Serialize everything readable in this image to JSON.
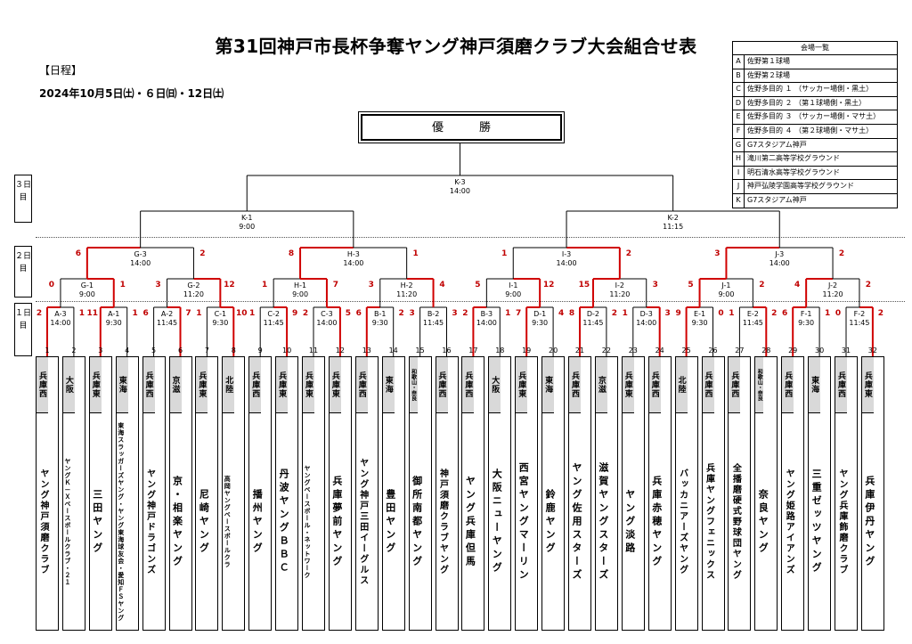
{
  "title": "第31回神戸市長杯争奪ヤング神戸須磨クラブ大会組合せ表",
  "schedule_label": "【日程】",
  "schedule_dates": "2024年10月5日㈯・６日㈰・12日㈯",
  "venues": {
    "header": "会場一覧",
    "items": [
      {
        "code": "A",
        "name": "佐野第１球場"
      },
      {
        "code": "B",
        "name": "佐野第２球場"
      },
      {
        "code": "C",
        "name": "佐野多目的 １ （サッカー場側・黒土）"
      },
      {
        "code": "D",
        "name": "佐野多目的 ２ （第１球場側・黒土）"
      },
      {
        "code": "E",
        "name": "佐野多目的 ３ （サッカー場側・マサ土）"
      },
      {
        "code": "F",
        "name": "佐野多目的 ４ （第２球場側・マサ土）"
      },
      {
        "code": "G",
        "name": "G7スタジアム神戸"
      },
      {
        "code": "H",
        "name": "滝川第二高等学校グラウンド"
      },
      {
        "code": "I",
        "name": "明石清水高等学校グラウンド"
      },
      {
        "code": "J",
        "name": "神戸弘陵学園高等学校グラウンド"
      },
      {
        "code": "K",
        "name": "G7スタジアム神戸"
      }
    ]
  },
  "champion_label": "優勝",
  "days": [
    "３日目",
    "２日目",
    "１日目"
  ],
  "matches": [
    {
      "id": "K-3",
      "time": "14:00"
    },
    {
      "id": "K-1",
      "time": "9:00"
    },
    {
      "id": "K-2",
      "time": "11:15"
    },
    {
      "id": "G-3",
      "time": "14:00"
    },
    {
      "id": "H-3",
      "time": "14:00"
    },
    {
      "id": "I-3",
      "time": "14:00"
    },
    {
      "id": "J-3",
      "time": "14:00"
    },
    {
      "id": "G-1",
      "time": "9:00"
    },
    {
      "id": "G-2",
      "time": "11:20"
    },
    {
      "id": "H-1",
      "time": "9:00"
    },
    {
      "id": "H-2",
      "time": "11:20"
    },
    {
      "id": "I-1",
      "time": "9:00"
    },
    {
      "id": "I-2",
      "time": "11:20"
    },
    {
      "id": "J-1",
      "time": "9:00"
    },
    {
      "id": "J-2",
      "time": "11:20"
    },
    {
      "id": "A-3",
      "time": "14:00"
    },
    {
      "id": "A-1",
      "time": "9:30"
    },
    {
      "id": "A-2",
      "time": "11:45"
    },
    {
      "id": "C-1",
      "time": "9:30"
    },
    {
      "id": "C-2",
      "time": "11:45"
    },
    {
      "id": "C-3",
      "time": "14:00"
    },
    {
      "id": "B-1",
      "time": "9:30"
    },
    {
      "id": "B-2",
      "time": "11:45"
    },
    {
      "id": "B-3",
      "time": "14:00"
    },
    {
      "id": "D-1",
      "time": "9:30"
    },
    {
      "id": "D-2",
      "time": "11:45"
    },
    {
      "id": "D-3",
      "time": "14:00"
    },
    {
      "id": "E-1",
      "time": "9:30"
    },
    {
      "id": "E-2",
      "time": "11:45"
    },
    {
      "id": "F-1",
      "time": "9:30"
    },
    {
      "id": "F-2",
      "time": "11:45"
    }
  ],
  "scores": {
    "r1": [
      [
        "2",
        "1"
      ],
      [
        "11",
        "1"
      ],
      [
        "6",
        "7"
      ],
      [
        "1",
        "10"
      ],
      [
        "1",
        "9"
      ],
      [
        "2",
        "5"
      ],
      [
        "6",
        "2"
      ],
      [
        "3",
        "3"
      ],
      [
        "2",
        "1"
      ],
      [
        "7",
        "4"
      ],
      [
        "8",
        "2"
      ],
      [
        "1",
        "3"
      ],
      [
        "9",
        "0"
      ],
      [
        "1",
        "2"
      ],
      [
        "6",
        "1"
      ],
      [
        "0",
        "2"
      ]
    ],
    "r2": [
      [
        "0",
        "1"
      ],
      [
        "3",
        "12"
      ],
      [
        "1",
        "7"
      ],
      [
        "3",
        "4"
      ],
      [
        "5",
        "12"
      ],
      [
        "15",
        "3"
      ],
      [
        "5",
        "2"
      ],
      [
        "4",
        "2"
      ]
    ],
    "r3": [
      [
        "6",
        "2"
      ],
      [
        "8",
        "1"
      ],
      [
        "1",
        "2"
      ],
      [
        "3",
        "2"
      ]
    ]
  },
  "teams": [
    {
      "no": "1",
      "region": "兵庫西",
      "name": "ヤング神戸須磨クラブ"
    },
    {
      "no": "2",
      "region": "大阪",
      "name": "ヤングＫ－Ｘベースボールクラブ・２１"
    },
    {
      "no": "3",
      "region": "兵庫東",
      "name": "三田ヤング"
    },
    {
      "no": "4",
      "region": "東海",
      "name": "東海スラッガーズヤング・ヤング東海球友会・愛知ＦＳヤング"
    },
    {
      "no": "5",
      "region": "兵庫西",
      "name": "ヤング神戸ドラゴンズ"
    },
    {
      "no": "6",
      "region": "京滋",
      "name": "京・相楽ヤング"
    },
    {
      "no": "7",
      "region": "兵庫東",
      "name": "尼崎ヤング"
    },
    {
      "no": "8",
      "region": "北陸",
      "name": "高岡ヤングベースボールクラ"
    },
    {
      "no": "9",
      "region": "兵庫西",
      "name": "播州ヤング"
    },
    {
      "no": "10",
      "region": "兵庫東",
      "name": "丹波ヤングＢＢＣ"
    },
    {
      "no": "11",
      "region": "兵庫東",
      "name": "ヤングベースボール・ネットワーク"
    },
    {
      "no": "12",
      "region": "兵庫東",
      "name": "兵庫夢前ヤング"
    },
    {
      "no": "13",
      "region": "兵庫西",
      "name": "ヤング神戸三田イーグルス"
    },
    {
      "no": "14",
      "region": "東海",
      "name": "豊田ヤング"
    },
    {
      "no": "15",
      "region": "和歌山・奈良",
      "name": "御所南都ヤング"
    },
    {
      "no": "16",
      "region": "兵庫西",
      "name": "神戸須磨クラブヤング"
    },
    {
      "no": "17",
      "region": "兵庫西",
      "name": "ヤング兵庫但馬"
    },
    {
      "no": "18",
      "region": "大阪",
      "name": "大阪ニューヤング"
    },
    {
      "no": "19",
      "region": "兵庫東",
      "name": "西宮ヤングマーリン"
    },
    {
      "no": "20",
      "region": "東海",
      "name": "鈴鹿ヤング"
    },
    {
      "no": "21",
      "region": "兵庫西",
      "name": "ヤング佐用スターズ"
    },
    {
      "no": "22",
      "region": "京滋",
      "name": "滋賀ヤングスターズ"
    },
    {
      "no": "23",
      "region": "兵庫東",
      "name": "ヤング淡路"
    },
    {
      "no": "24",
      "region": "兵庫西",
      "name": "兵庫赤穂ヤング"
    },
    {
      "no": "25",
      "region": "北陸",
      "name": "バッカニアーズヤング"
    },
    {
      "no": "26",
      "region": "兵庫西",
      "name": "兵庫ヤングフェニックス"
    },
    {
      "no": "27",
      "region": "兵庫西",
      "name": "全播磨硬式野球団ヤング"
    },
    {
      "no": "28",
      "region": "和歌山・奈良",
      "name": "奈良ヤング"
    },
    {
      "no": "29",
      "region": "兵庫西",
      "name": "ヤング姫路アイアンズ"
    },
    {
      "no": "30",
      "region": "東海",
      "name": "三重ゼッツヤング"
    },
    {
      "no": "31",
      "region": "兵庫西",
      "name": "ヤング兵庫飾磨クラブ"
    },
    {
      "no": "32",
      "region": "兵庫東",
      "name": "兵庫伊丹ヤング"
    }
  ]
}
